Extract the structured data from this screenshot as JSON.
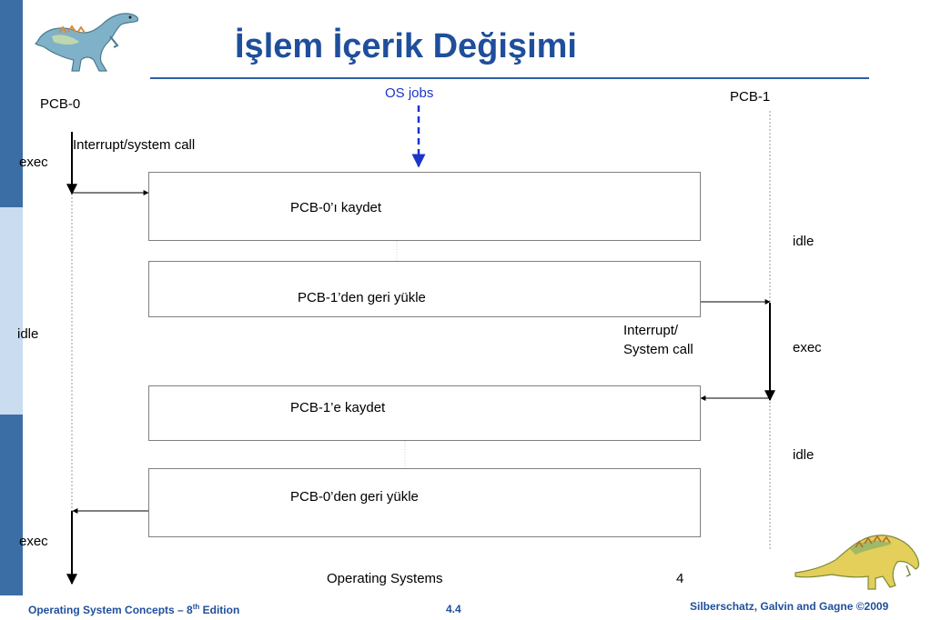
{
  "slide": {
    "title": "İşlem İçerik Değişimi",
    "colors": {
      "sidebar_dark": "#3b6ea5",
      "sidebar_light": "#c9dcf0",
      "title": "#1f4f9c",
      "title_rule": "#2f5fa5",
      "os_jobs": "#1a35c8",
      "footer_text": "#1f4f9c"
    }
  },
  "diagram": {
    "os_jobs_label": "OS jobs",
    "pcb0_label": "PCB-0",
    "pcb1_label": "PCB-1",
    "interrupt_label": "Interrupt/system call",
    "interrupt2_line1": "Interrupt/",
    "interrupt2_line2": "System call",
    "left_states": [
      "exec",
      "idle",
      "exec"
    ],
    "right_states": [
      "idle",
      "exec",
      "idle"
    ],
    "boxes": [
      "PCB-0’ı kaydet",
      "PCB-1’den geri yükle",
      "PCB-1’e kaydet",
      "PCB-0’den geri yükle"
    ],
    "bottom_label": "Operating Systems",
    "bottom_number": "4"
  },
  "footer": {
    "left_main": "Operating System Concepts – 8",
    "left_sup": "th",
    "left_tail": " Edition",
    "center": "4.4",
    "right": "Silberschatz, Galvin and Gagne ©2009"
  },
  "icons": [
    "dinosaur-icon",
    "dinosaur-icon"
  ]
}
